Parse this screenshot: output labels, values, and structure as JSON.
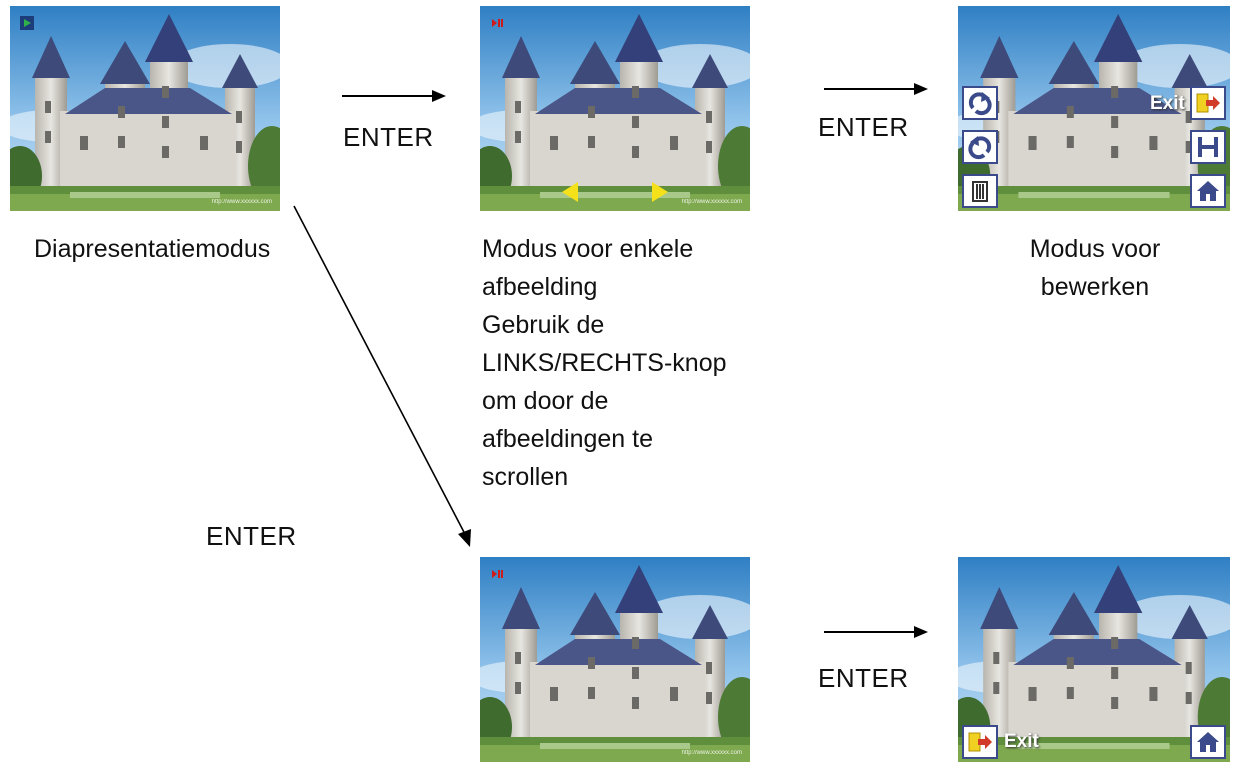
{
  "labels": {
    "slideshow": "Diapresentatiemodus",
    "single_lines": [
      "Modus voor enkele",
      "afbeelding",
      "Gebruik de",
      "LINKS/RECHTS-knop",
      "om door de",
      "afbeeldingen te",
      "scrollen"
    ],
    "edit_lines": [
      "Modus voor",
      "bewerken"
    ]
  },
  "enter": {
    "top_mid": "ENTER",
    "top_right": "ENTER",
    "diagonal": "ENTER",
    "bottom": "ENTER"
  },
  "screens": {
    "slideshow": {
      "status_icon": "play-icon",
      "status_color": "#1f8a3a"
    },
    "single": {
      "status_icon": "play-pause-icon",
      "status_color": "#d01a1a"
    },
    "edit": {
      "exit_label": "Exit",
      "left_tools": [
        "rotate-clockwise-icon",
        "rotate-counterclockwise-icon",
        "delete-icon"
      ],
      "right_tools": [
        "exit-icon",
        "save-icon",
        "home-icon"
      ]
    },
    "zoom": {
      "status_icon": "play-pause-icon",
      "status_color": "#d01a1a"
    },
    "zoom_menu": {
      "exit_label": "Exit",
      "tools": [
        "exit-icon",
        "home-icon"
      ]
    }
  },
  "watermark": "http://www.xxxxxx.com"
}
